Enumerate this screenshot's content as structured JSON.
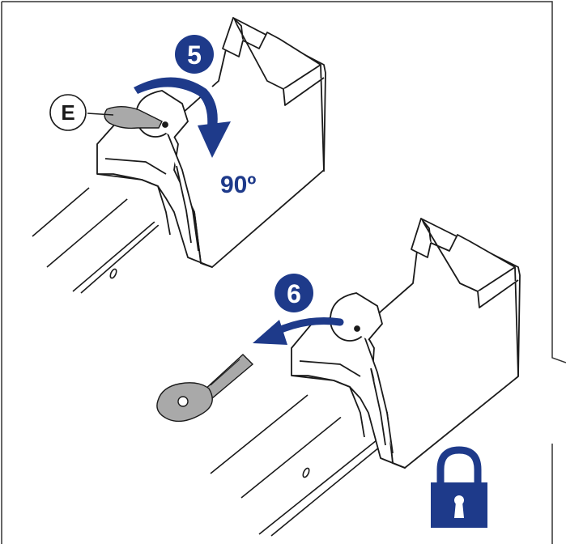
{
  "steps": {
    "step5": {
      "number": "5",
      "rotation_label": "90º"
    },
    "step6": {
      "number": "6"
    }
  },
  "callouts": {
    "key_label": "E"
  },
  "icons": {
    "lock": "padlock-icon",
    "key": "key-icon"
  },
  "colors": {
    "accent": "#1e3a8a",
    "line": "#1a1a1a",
    "key_gray": "#a9a9a9",
    "frame": "#333333"
  }
}
